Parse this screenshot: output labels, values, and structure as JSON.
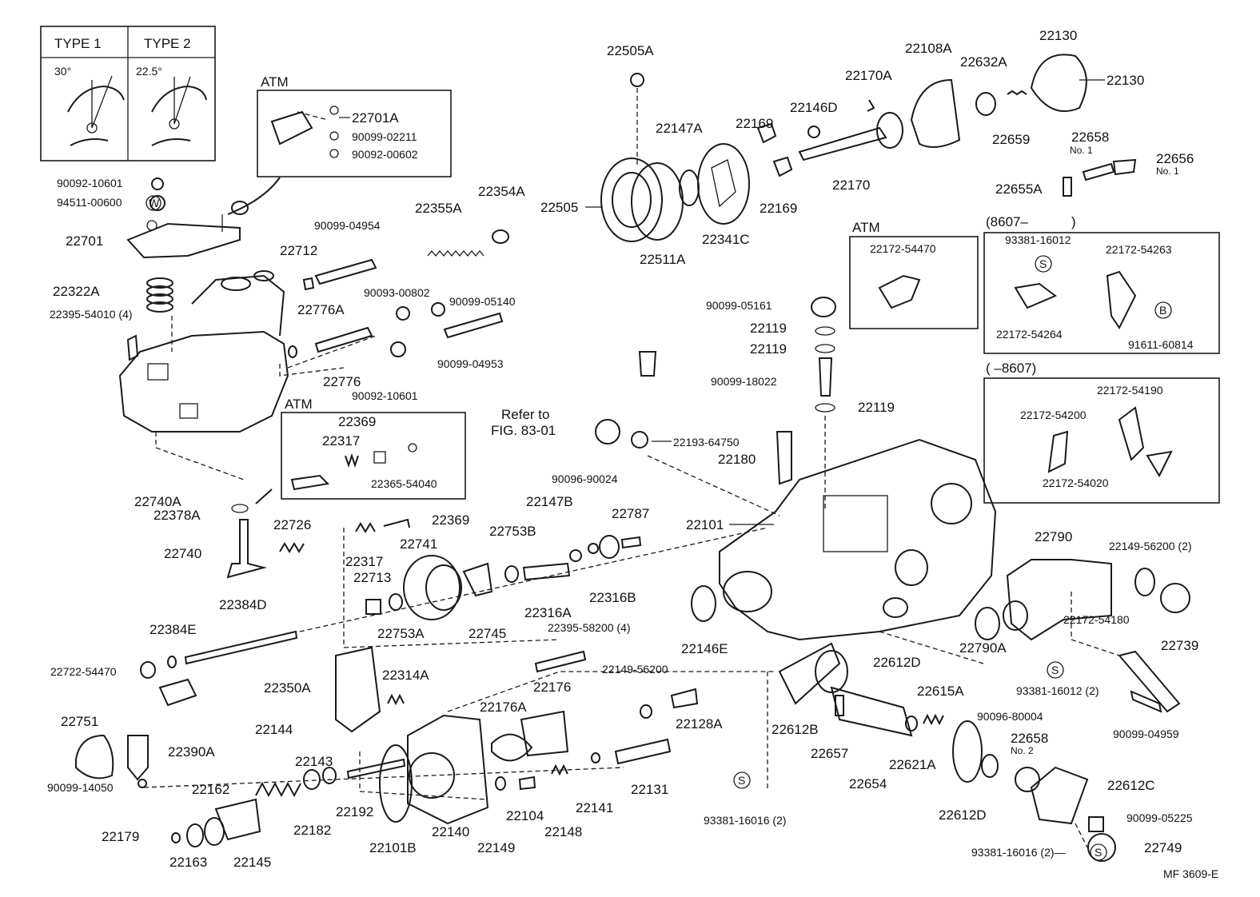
{
  "type_box": {
    "type1": "TYPE 1",
    "type2": "TYPE 2",
    "angle1": "30°",
    "angle2": "22.5°"
  },
  "atm_label": "ATM",
  "refer": {
    "line1": "Refer to",
    "line2": "FIG. 83-01"
  },
  "right_boxes": {
    "top_header_open": "(8607–",
    "top_header_close": ")",
    "bottom_header": "(      –8607)"
  },
  "figure_code": "MF 3609-E",
  "parts": {
    "p22505A": "22505A",
    "p22130a": "22130",
    "p22130b": "22130",
    "p22108A": "22108A",
    "p22632A": "22632A",
    "p22170A": "22170A",
    "p22146D": "22146D",
    "p22147A": "22147A",
    "p22169a": "22169",
    "p22169b": "22169",
    "p22659": "22659",
    "p22658": "22658",
    "p22658no": "No. 1",
    "p22656": "22656",
    "p22656no": "No. 1",
    "p22170": "22170",
    "p22655A": "22655A",
    "p22505": "22505",
    "p22511A": "22511A",
    "p22341C": "22341C",
    "p22355A": "22355A",
    "p22354A": "22354A",
    "p22701A": "22701A",
    "p90099_02211": "90099-02211",
    "p90092_00602": "90092-00602",
    "p90092_10601a": "90092-10601",
    "p94511_00600": "94511-00600",
    "p22701": "22701",
    "p22712": "22712",
    "p90099_04954": "90099-04954",
    "p22322A": "22322A",
    "p22395_54010": "22395-54010 (4)",
    "p90093_00802": "90093-00802",
    "p90099_05140": "90099-05140",
    "p22776A": "22776A",
    "p22776": "22776",
    "p90092_10601b": "90092-10601",
    "p90099_04953": "90099-04953",
    "p22369a": "22369",
    "p22317a": "22317",
    "p22365_54040": "22365-54040",
    "p22740A": "22740A",
    "p22378A": "22378A",
    "p22726": "22726",
    "p22740": "22740",
    "p22369b": "22369",
    "p22317b": "22317",
    "p22741": "22741",
    "p22713": "22713",
    "p22753A": "22753A",
    "p22753B": "22753B",
    "p22745": "22745",
    "p22316A": "22316A",
    "p22147B": "22147B",
    "p90096_90024": "90096-90024",
    "p22787": "22787",
    "p22316B": "22316B",
    "p22384D": "22384D",
    "p22384E": "22384E",
    "p22722_54470": "22722-54470",
    "p22751": "22751",
    "p22390A": "22390A",
    "p90099_14050": "90099-14050",
    "p22350A": "22350A",
    "p22314A": "22314A",
    "p22395_58200": "22395-58200 (4)",
    "p22149_56200a": "22149-56200",
    "p22128A": "22128A",
    "p22176": "22176",
    "p22176A": "22176A",
    "p22131": "22131",
    "p22144": "22144",
    "p22143": "22143",
    "p22162": "22162",
    "p22179": "22179",
    "p22163": "22163",
    "p22145": "22145",
    "p22182": "22182",
    "p22192": "22192",
    "p22101B": "22101B",
    "p22140": "22140",
    "p22149": "22149",
    "p22104": "22104",
    "p22148": "22148",
    "p22141": "22141",
    "p22193_64750": "22193-64750",
    "p90099_05161": "90099-05161",
    "p22119a": "22119",
    "p22119b": "22119",
    "p90099_18022": "90099-18022",
    "p22119c": "22119",
    "p22180": "22180",
    "p22101": "22101",
    "p22146E": "22146E",
    "p22612D": "22612D",
    "p22612B": "22612B",
    "p22657": "22657",
    "p22654": "22654",
    "p22621A": "22621A",
    "p22615A": "22615A",
    "p90096_80004": "90096-80004",
    "p22658b": "22658",
    "p22658bno": "No. 2",
    "p22612D2": "22612D",
    "p22612C": "22612C",
    "p90099_05225": "90099-05225",
    "p22749": "22749",
    "p93381_16016a": "93381-16016 (2)",
    "p93381_16016b": "93381-16016 (2)—",
    "p22790": "22790",
    "p22149_56200b": "22149-56200 (2)",
    "p22790A": "22790A",
    "p22172_54180": "22172-54180",
    "p22739": "22739",
    "p93381_16012b": "93381-16012 (2)",
    "p90099_04959": "90099-04959",
    "p22172_54470": "22172-54470",
    "p93381_16012a": "93381-16012",
    "p22172_54263": "22172-54263",
    "p22172_54264": "22172-54264",
    "p91611_60814": "91611-60814",
    "p22172_54190": "22172-54190",
    "p22172_54200": "22172-54200",
    "p22172_54020": "22172-54020",
    "sym_w": "W",
    "sym_b": "B",
    "sym_s1": "S",
    "sym_s2": "S",
    "sym_s3": "S",
    "sym_s4": "S"
  }
}
